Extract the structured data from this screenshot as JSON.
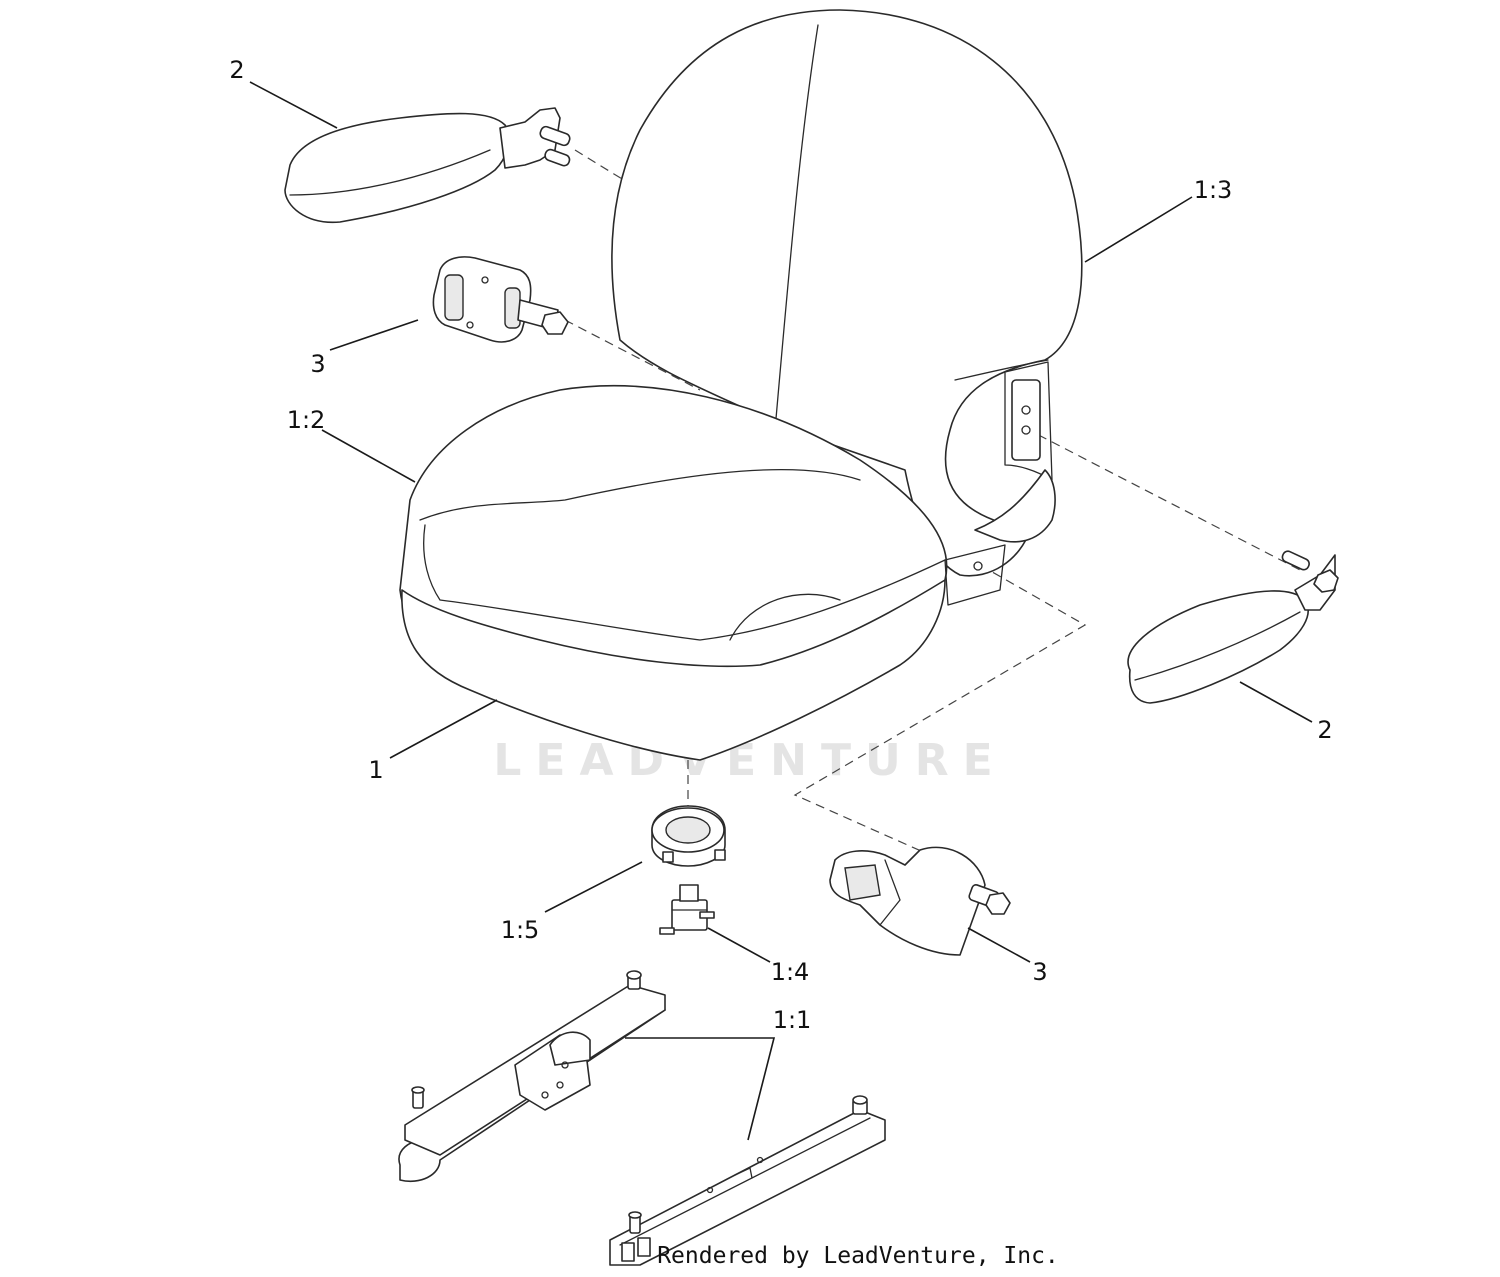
{
  "callouts": {
    "arm_left": "2",
    "arm_right": "2",
    "back": "1:3",
    "belt_left": "3",
    "belt_right": "3",
    "cushion": "1:2",
    "seat": "1",
    "pad": "1:5",
    "switch": "1:4",
    "track": "1:1"
  },
  "watermark": "LEADVENTURE",
  "footer": "Rendered by LeadVenture, Inc.",
  "icons": {
    "watermark_logo": "flame-v-logo-icon"
  }
}
